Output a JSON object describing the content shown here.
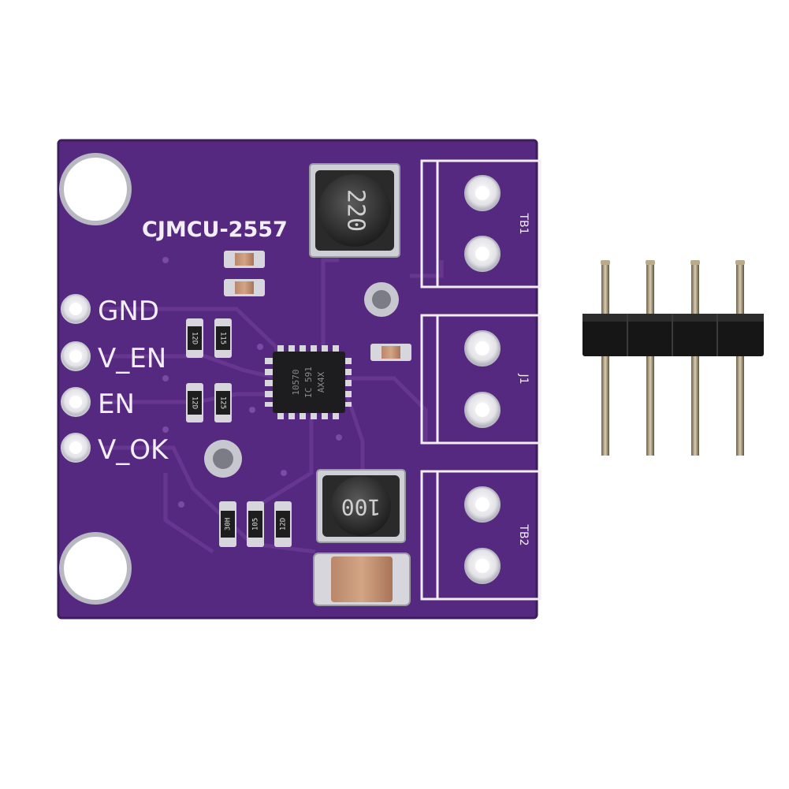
{
  "board": {
    "name": "CJMCU-2557",
    "pcb_color": "#5a2a86",
    "pin_labels": [
      "GND",
      "V_EN",
      "EN",
      "V_OK"
    ],
    "connector_labels": [
      "TB1",
      "J1",
      "TB2"
    ],
    "inductor_top_marking": "220",
    "inductor_bottom_marking": "100",
    "chip_marking_lines": [
      "10570",
      "IC 591",
      "AX4X"
    ],
    "resistor_markings": [
      "12D",
      "115",
      "12D",
      "125",
      "30H",
      "105",
      "12D"
    ]
  },
  "header": {
    "pin_count": 4,
    "body_color": "#1b1b1b"
  }
}
